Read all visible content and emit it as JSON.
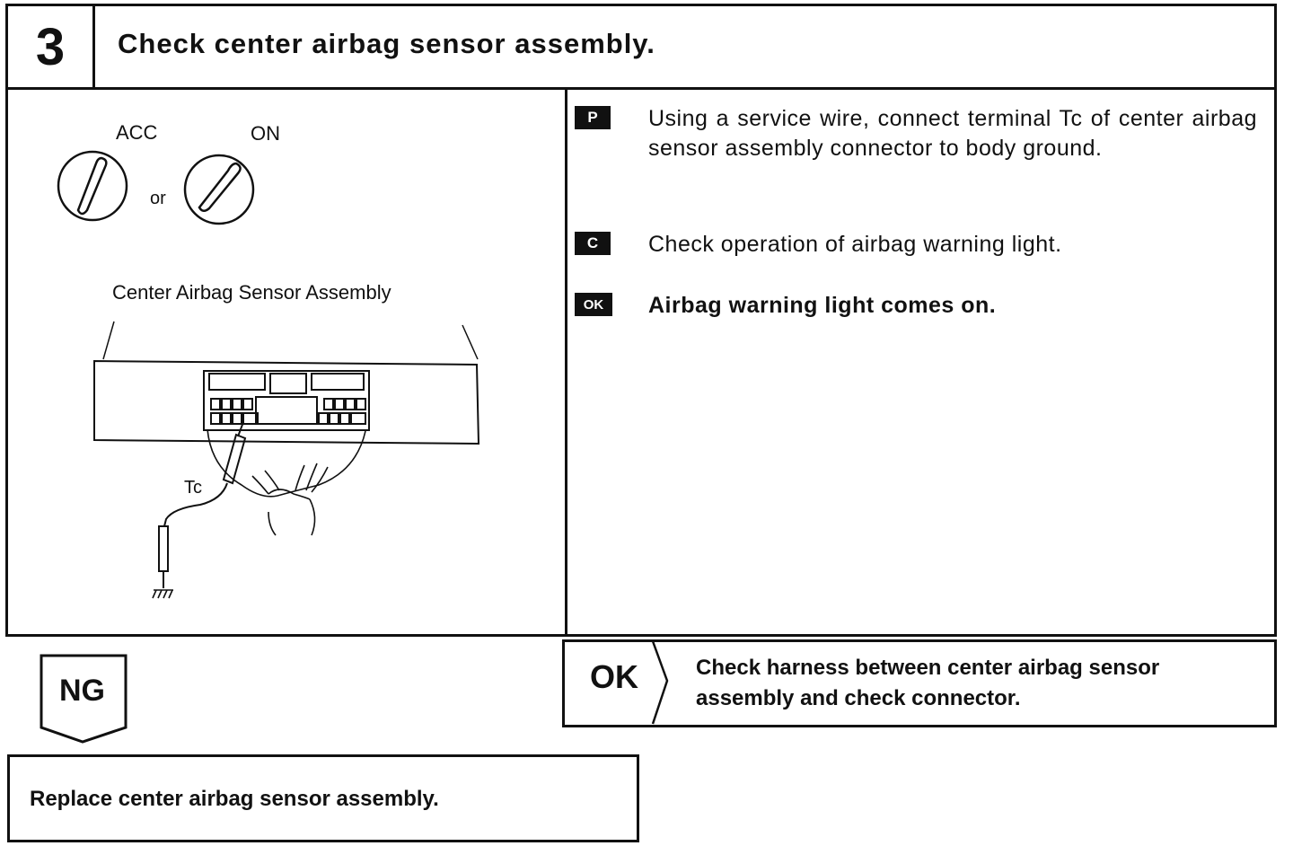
{
  "step": {
    "number": "3",
    "title": "Check center airbag sensor assembly."
  },
  "figure": {
    "ignition_acc_label": "ACC",
    "ignition_on_label": "ON",
    "or_label": "or",
    "component_label": "Center Airbag Sensor Assembly",
    "terminal_label": "Tc"
  },
  "instructions": [
    {
      "badge": "P",
      "icon": "prepare-icon",
      "text": "Using a service wire, connect terminal Tc of center airbag sensor assembly connector to body ground."
    },
    {
      "badge": "C",
      "icon": "check-icon",
      "text": "Check operation of airbag warning light."
    },
    {
      "badge": "OK",
      "icon": "ok-icon",
      "text": "Airbag warning light comes on."
    }
  ],
  "ok_branch": {
    "label": "OK",
    "text_line1": "Check harness between center airbag sensor",
    "text_line2": "assembly and check connector."
  },
  "ng_branch": {
    "label": "NG",
    "text": "Replace center airbag sensor assembly."
  }
}
